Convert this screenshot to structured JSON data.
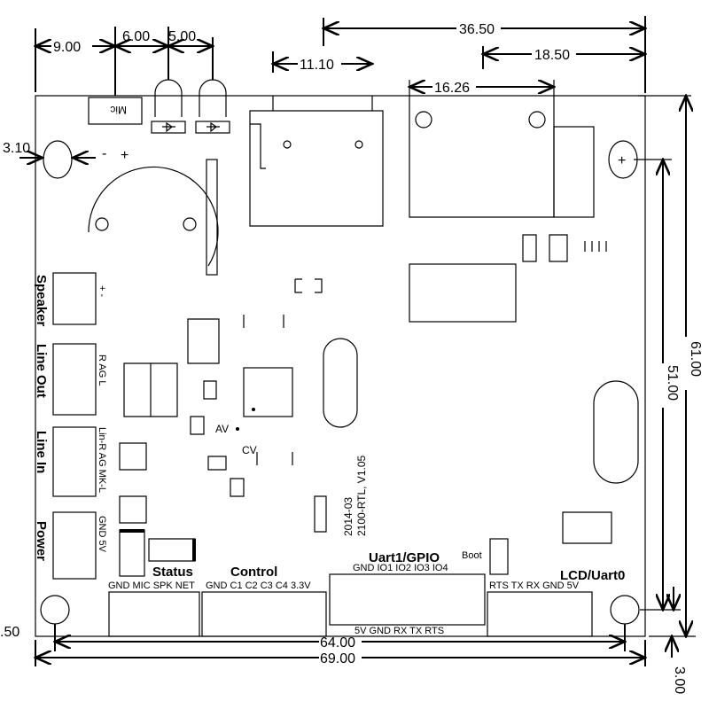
{
  "dimensions": {
    "d_9": "9.00",
    "d_6": "6.00",
    "d_5": "5.00",
    "d_36_5": "36.50",
    "d_18_5": "18.50",
    "d_11_1": "11.10",
    "d_16_26": "16.26",
    "d_3_1": "3.10",
    "d_61": "61.00",
    "d_51": "51.00",
    "d_64": "64.00",
    "d_69": "69.00",
    "d_3": "3.00",
    "d_0_5": ".50"
  },
  "components": {
    "mic": "Mic",
    "battery_minus": "-",
    "battery_plus": "+",
    "hole_plus": "+",
    "av": "AV",
    "cv": "CV"
  },
  "side_connectors": [
    {
      "label": "Speaker",
      "pins": "+   -"
    },
    {
      "label": "Line Out",
      "pins": "R  AG  L"
    },
    {
      "label": "Line In",
      "pins": "Lin-R  AG   MK-L"
    },
    {
      "label": "Power",
      "pins": "GND     5V"
    }
  ],
  "bottom_connectors": {
    "status": {
      "label": "Status",
      "pins": "GND MIC SPK NET"
    },
    "control": {
      "label": "Control",
      "pins": "GND C1 C2 C3 C4 3.3V"
    },
    "uart1": {
      "label": "Uart1/GPIO",
      "pins_top": "GND IO1 IO2 IO3 IO4",
      "pins_bottom": "5V GND RX TX RTS"
    },
    "boot": "Boot",
    "lcd": {
      "label": "LCD/Uart0",
      "pins": "RTS TX RX GND 5V"
    }
  },
  "board_text": {
    "date": "2014-03",
    "version": "2100-RTL, V1.05"
  }
}
